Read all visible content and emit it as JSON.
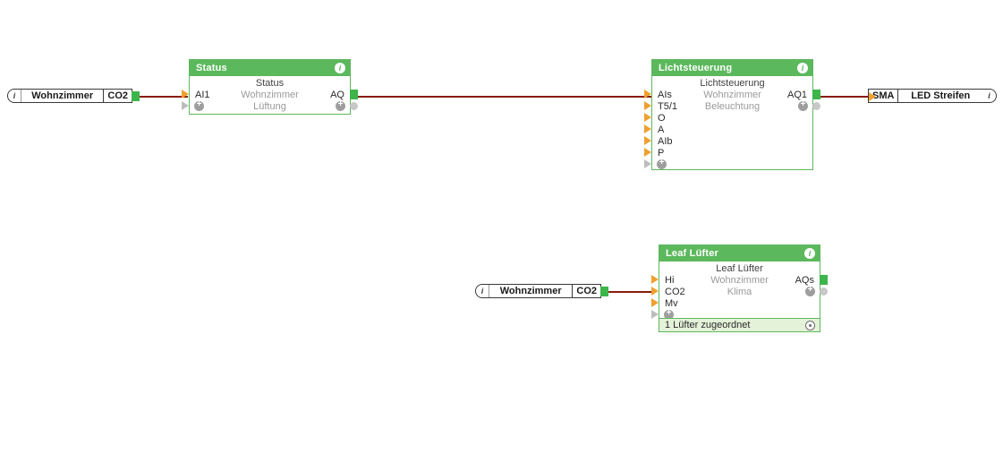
{
  "app": {
    "kind": "function-block-diagram-editor",
    "accent_green": "#5cb85c",
    "wire_color": "#8a1b0b",
    "input_port_color": "#f0a030",
    "output_port_color": "#3cb54a"
  },
  "connectors": {
    "source_co2_top": {
      "info_icon": "info-icon",
      "name": "Wohnzimmer",
      "tag": "CO2"
    },
    "source_co2_bottom": {
      "info_icon": "info-icon",
      "name": "Wohnzimmer",
      "tag": "CO2"
    },
    "target_led": {
      "prefix": "SMA",
      "name": "LED Streifen",
      "info_icon": "info-icon"
    }
  },
  "blocks": [
    {
      "id": "status",
      "header_title": "Status",
      "info_icon": "info-icon",
      "subtitle": "Status",
      "center_lines": [
        "Wohnzimmer",
        "Lüftung"
      ],
      "inputs": [
        "AI1"
      ],
      "input_add_icon": "plus-icon",
      "outputs": [
        "AQ"
      ],
      "output_add_icon": "plus-icon"
    },
    {
      "id": "lichtsteuerung",
      "header_title": "Lichtsteuerung",
      "info_icon": "info-icon",
      "subtitle": "Lichtsteuerung",
      "center_lines": [
        "Wohnzimmer",
        "Beleuchtung"
      ],
      "inputs": [
        "AIs",
        "T5/1",
        "O",
        "A",
        "AIb",
        "P"
      ],
      "input_add_icon": "plus-icon",
      "outputs": [
        "AQ1"
      ],
      "output_add_icon": "plus-icon"
    },
    {
      "id": "leaf-luefter",
      "header_title": "Leaf Lüfter",
      "info_icon": "info-icon",
      "subtitle": "Leaf Lüfter",
      "center_lines": [
        "Wohnzimmer",
        "Klima"
      ],
      "inputs": [
        "Hi",
        "CO2",
        "Mv"
      ],
      "input_add_icon": "plus-icon",
      "outputs": [
        "AQs"
      ],
      "output_add_icon": "plus-icon",
      "footer_text": "1 Lüfter zugeordnet",
      "footer_icon": "target-icon"
    }
  ]
}
